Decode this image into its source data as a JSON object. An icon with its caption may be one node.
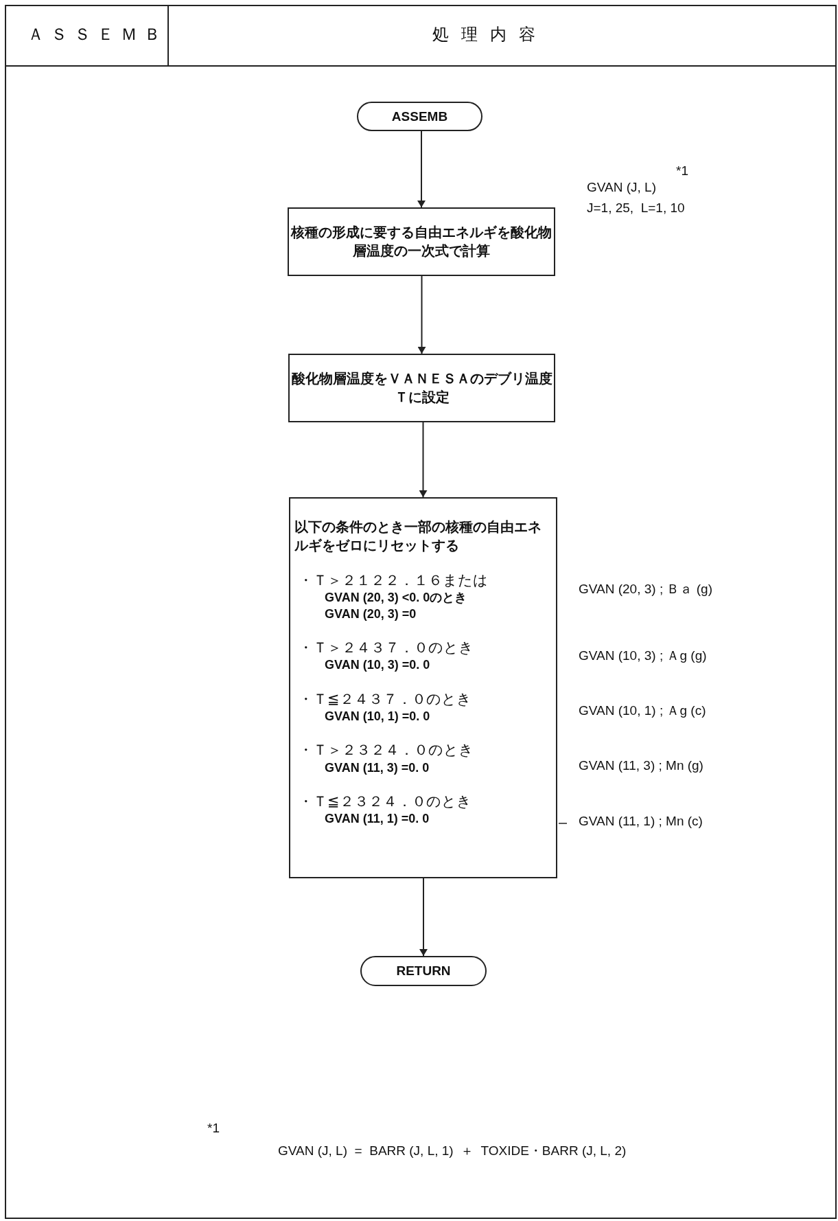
{
  "diagram": {
    "nodes": [
      {
        "text": [
          "ASSEMB"
        ]
      },
      {
        "text": [
          "核種の形成に要する自由エネルギを酸化物層温度の一次式で計算"
        ]
      },
      {
        "text": [
          "酸化物層温度をＶＡＮＥＳＡのデブリ温度Ｔに設定"
        ]
      },
      {
        "text": [
          "以下の条件のとき一部の核種の自由エネルギをゼロにリセットする",
          "・Ｔ＞２１２２．１６または",
          "GVAN (20, 3) <0. 0のとき",
          "GVAN (20, 3) =0",
          "・Ｔ＞２４３７．０のとき",
          "GVAN (10, 3) =0. 0",
          "・Ｔ≦２４３７．０のとき",
          "GVAN (10, 1) =0. 0",
          "・Ｔ＞２３２４．０のとき",
          "GVAN (11, 3) =0. 0",
          "・Ｔ≦２３２４．０のとき",
          "GVAN (11, 1) =0. 0"
        ]
      },
      {
        "text": [
          "RETURN"
        ]
      }
    ],
    "edges": [
      {
        "from": 0,
        "to": 1,
        "arrow": "to"
      },
      {
        "from": 1,
        "to": 2,
        "arrow": "to"
      },
      {
        "from": 2,
        "to": 3,
        "arrow": "to"
      },
      {
        "from": 3,
        "to": 4,
        "arrow": "to"
      }
    ],
    "labels": [
      "ＡＳＳＥＭＢ",
      "処 理 内 容",
      "*1",
      "GVAN (J, L)",
      "J=1, 25,  L=1, 10",
      "GVAN (20, 3) ; Ｂａ (g)",
      "GVAN (10, 3) ; Ａg (g)",
      "GVAN (10, 1) ; Ａg (c)",
      "GVAN (11, 3) ; Mn (g)",
      "GVAN (11, 1) ; Mn (c)",
      "*1",
      "GVAN (J, L)  =  BARR (J, L, 1)  ＋  TOXIDE・BARR (J, L, 2)"
    ]
  }
}
